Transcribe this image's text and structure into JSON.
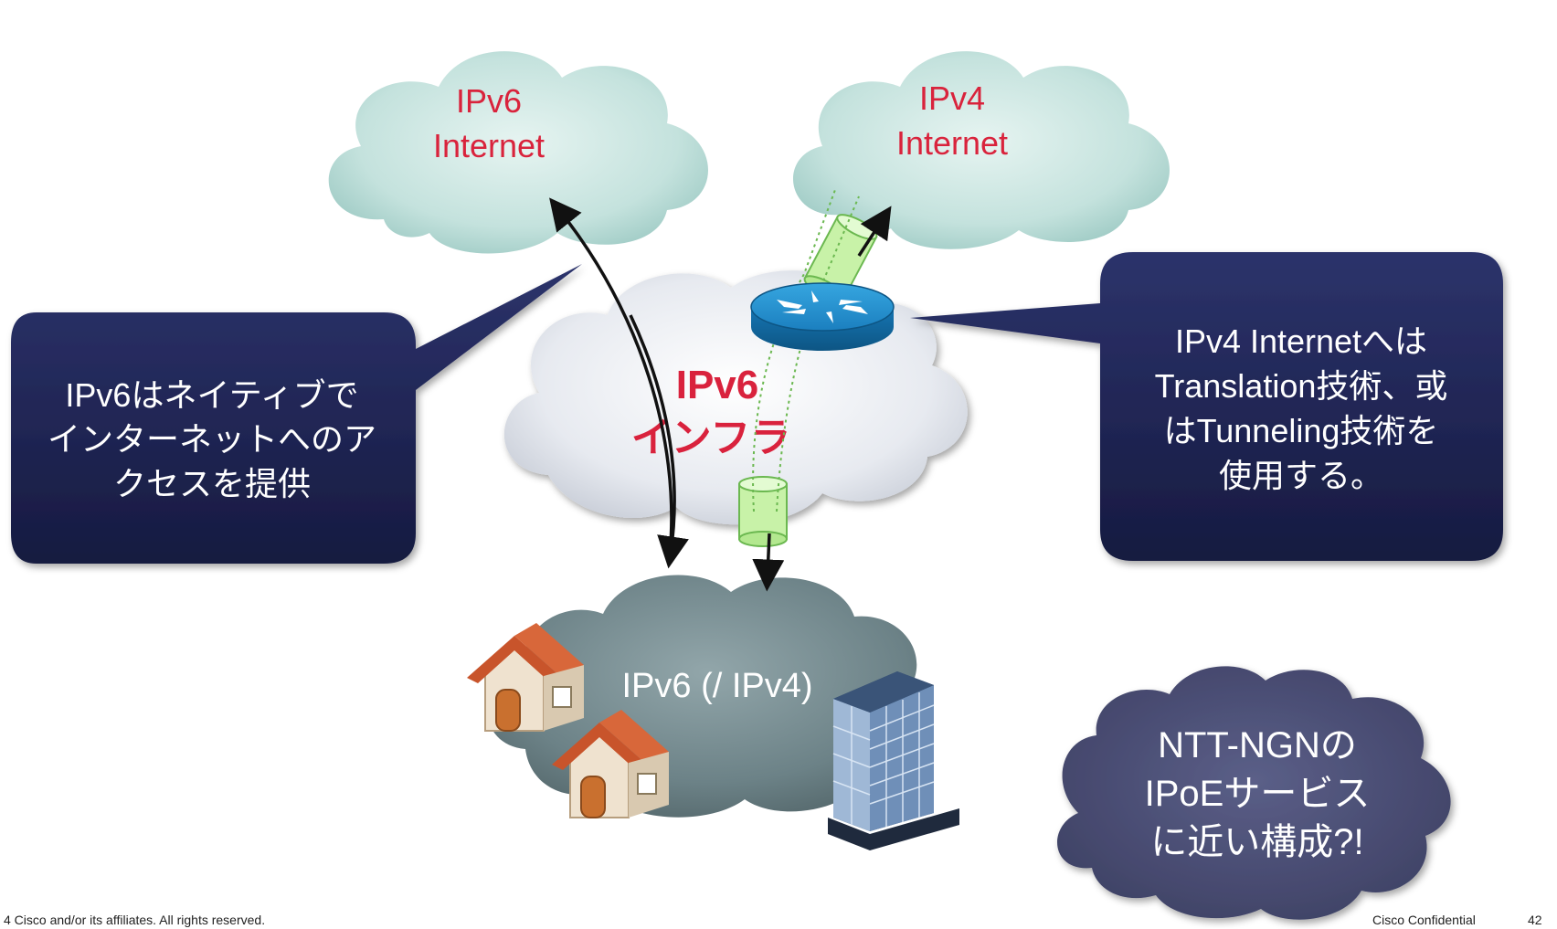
{
  "clouds": {
    "ipv6_internet": {
      "line1": "IPv6",
      "line2": "Internet"
    },
    "ipv4_internet": {
      "line1": "IPv4",
      "line2": "Internet"
    },
    "infra": {
      "line1": "IPv6",
      "line2": "インフラ"
    },
    "access": {
      "label": "IPv6 (/ IPv4)"
    },
    "note": {
      "line1": "NTT-NGNの",
      "line2": "IPoEサービス",
      "line3": "に近い構成?!"
    }
  },
  "callouts": {
    "left": {
      "line1": "IPv6はネイティブで",
      "line2": "インターネットへのア",
      "line3": "クセスを提供"
    },
    "right": {
      "line1": "IPv4 Internetへは",
      "line2": "Translation技術、或",
      "line3": "はTunneling技術を",
      "line4": "使用する。"
    }
  },
  "footer": {
    "copyright": "4  Cisco and/or its affiliates. All rights reserved.",
    "confidential": "Cisco Confidential",
    "page": "42"
  },
  "colors": {
    "accent_red": "#d9233c",
    "callout_bg": "#1f2554",
    "internet_cloud": "#cfe7e3",
    "infra_cloud": "#eef0f4",
    "access_cloud": "#6f8488",
    "note_cloud": "#4a4d73",
    "tunnel_green": "#c8f2a8"
  }
}
